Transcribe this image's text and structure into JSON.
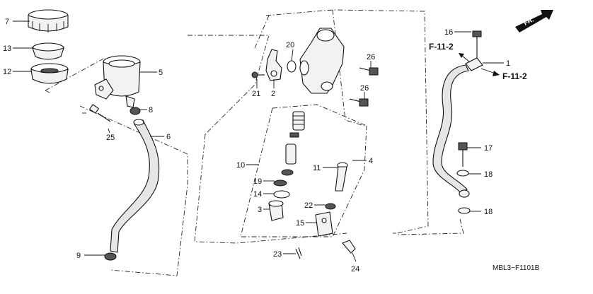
{
  "callouts": {
    "c1": "1",
    "c2": "2",
    "c3": "3",
    "c4": "4",
    "c5": "5",
    "c6": "6",
    "c7": "7",
    "c8": "8",
    "c9": "9",
    "c10": "10",
    "c11": "11",
    "c12": "12",
    "c13": "13",
    "c14": "14",
    "c15": "15",
    "c16": "16",
    "c17": "17",
    "c18a": "18",
    "c18b": "18",
    "c19": "19",
    "c20": "20",
    "c21": "21",
    "c22": "22",
    "c23": "23",
    "c24": "24",
    "c25": "25",
    "c26a": "26",
    "c26b": "26"
  },
  "references": {
    "ref_top": "F-11-2",
    "ref_right": "F-11-2"
  },
  "direction_marker": "FR.",
  "diagram_code": "MBL3−F1101B",
  "icons": {
    "direction": "front-arrow-icon"
  }
}
